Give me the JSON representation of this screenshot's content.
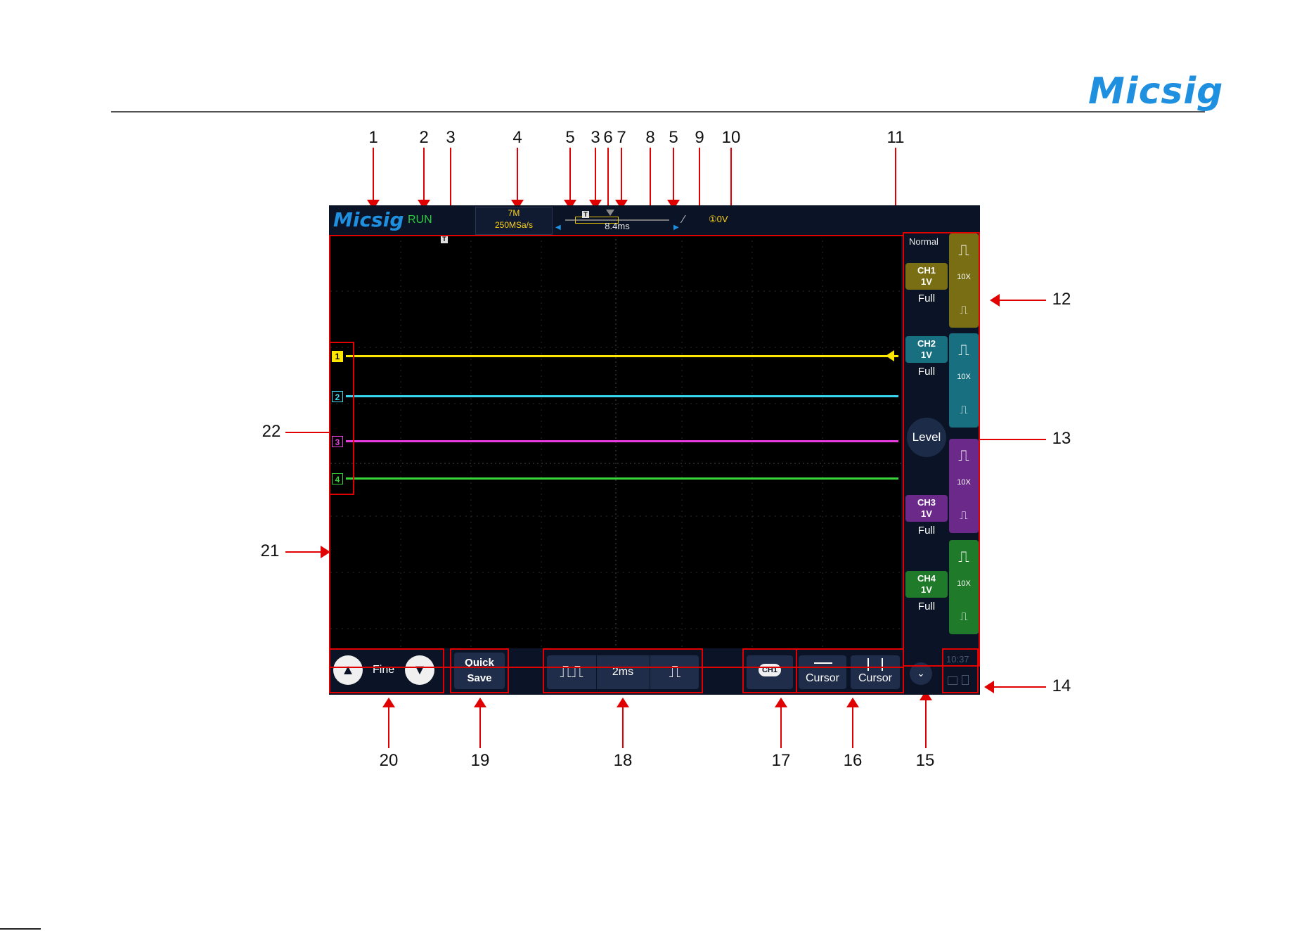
{
  "doc": {
    "brand": "Micsig"
  },
  "callouts": [
    "1",
    "2",
    "3",
    "4",
    "5",
    "3",
    "6",
    "7",
    "8",
    "5",
    "9",
    "10",
    "11",
    "12",
    "13",
    "14",
    "15",
    "16",
    "17",
    "18",
    "19",
    "20",
    "21",
    "22"
  ],
  "topbar": {
    "logo": "Micsig",
    "run_state": "RUN",
    "memory_depth": "7M",
    "sample_rate": "250MSa/s",
    "timebase_position": "8.4ms",
    "trigger_marker": "T",
    "trigger_level": "①0V"
  },
  "sidepanel": {
    "trigger_mode": "Normal",
    "level_label": "Level",
    "channels": [
      {
        "name": "CH1",
        "scale": "1V",
        "bandwidth": "Full",
        "probe": "10X",
        "color": "#8a7a1a"
      },
      {
        "name": "CH2",
        "scale": "1V",
        "bandwidth": "Full",
        "probe": "10X",
        "color": "#176f80"
      },
      {
        "name": "CH3",
        "scale": "1V",
        "bandwidth": "Full",
        "probe": "10X",
        "color": "#6b2a8a"
      },
      {
        "name": "CH4",
        "scale": "1V",
        "bandwidth": "Full",
        "probe": "10X",
        "color": "#1f7a2a"
      }
    ]
  },
  "waveform": {
    "traces": [
      {
        "marker": "1",
        "color": "#ffe600"
      },
      {
        "marker": "2",
        "color": "#38d6f0"
      },
      {
        "marker": "3",
        "color": "#e83ce0"
      },
      {
        "marker": "4",
        "color": "#39d33a"
      }
    ]
  },
  "bottombar": {
    "fine_label": "Fine",
    "quick_save_line1": "Quick",
    "quick_save_line2": "Save",
    "time_scale": "2ms",
    "channel_select": "CH1",
    "cursor_h": "Cursor",
    "cursor_v": "Cursor",
    "clock": "10:37"
  }
}
